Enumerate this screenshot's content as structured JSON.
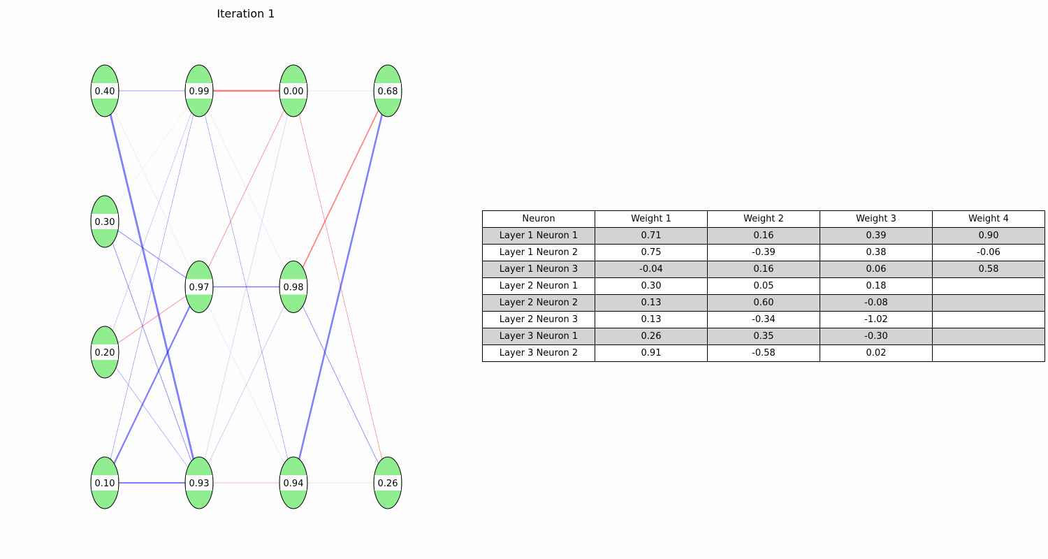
{
  "title": "Iteration 1",
  "colors": {
    "node_fill": "#90ee90",
    "label_box": "#ffffff",
    "positive_edge": "#0000ff",
    "negative_edge": "#ff0000"
  },
  "network": {
    "layers": [
      {
        "values": [
          "0.40",
          "0.30",
          "0.20",
          "0.10"
        ]
      },
      {
        "values": [
          "0.99",
          "0.97",
          "0.93"
        ]
      },
      {
        "values": [
          "0.00",
          "0.98",
          "0.94"
        ]
      },
      {
        "values": [
          "0.68",
          "0.26"
        ]
      }
    ],
    "connections": [
      {
        "from": [
          0,
          0
        ],
        "to": [
          1,
          0
        ],
        "weight": 0.5
      },
      {
        "from": [
          0,
          0
        ],
        "to": [
          1,
          1
        ],
        "weight": 0.08
      },
      {
        "from": [
          0,
          0
        ],
        "to": [
          1,
          2
        ],
        "weight": 2.0
      },
      {
        "from": [
          0,
          1
        ],
        "to": [
          1,
          0
        ],
        "weight": -0.1
      },
      {
        "from": [
          0,
          1
        ],
        "to": [
          1,
          1
        ],
        "weight": 0.7
      },
      {
        "from": [
          0,
          1
        ],
        "to": [
          1,
          2
        ],
        "weight": 0.6
      },
      {
        "from": [
          0,
          2
        ],
        "to": [
          1,
          0
        ],
        "weight": 0.3
      },
      {
        "from": [
          0,
          2
        ],
        "to": [
          1,
          1
        ],
        "weight": -0.6
      },
      {
        "from": [
          0,
          2
        ],
        "to": [
          1,
          2
        ],
        "weight": 0.4
      },
      {
        "from": [
          0,
          3
        ],
        "to": [
          1,
          0
        ],
        "weight": 0.4
      },
      {
        "from": [
          0,
          3
        ],
        "to": [
          1,
          1
        ],
        "weight": 1.6
      },
      {
        "from": [
          0,
          3
        ],
        "to": [
          1,
          2
        ],
        "weight": 1.5
      },
      {
        "from": [
          1,
          0
        ],
        "to": [
          2,
          0
        ],
        "weight": -1.8
      },
      {
        "from": [
          1,
          0
        ],
        "to": [
          2,
          1
        ],
        "weight": 0.1
      },
      {
        "from": [
          1,
          0
        ],
        "to": [
          2,
          2
        ],
        "weight": 0.4
      },
      {
        "from": [
          1,
          1
        ],
        "to": [
          2,
          0
        ],
        "weight": -0.6
      },
      {
        "from": [
          1,
          1
        ],
        "to": [
          2,
          1
        ],
        "weight": 1.0
      },
      {
        "from": [
          1,
          1
        ],
        "to": [
          2,
          2
        ],
        "weight": 0.1
      },
      {
        "from": [
          1,
          2
        ],
        "to": [
          2,
          0
        ],
        "weight": 0.2
      },
      {
        "from": [
          1,
          2
        ],
        "to": [
          2,
          1
        ],
        "weight": 0.3
      },
      {
        "from": [
          1,
          2
        ],
        "to": [
          2,
          2
        ],
        "weight": -0.4
      },
      {
        "from": [
          2,
          0
        ],
        "to": [
          3,
          0
        ],
        "weight": 0.1
      },
      {
        "from": [
          2,
          0
        ],
        "to": [
          3,
          1
        ],
        "weight": -0.5
      },
      {
        "from": [
          2,
          1
        ],
        "to": [
          3,
          0
        ],
        "weight": -1.2
      },
      {
        "from": [
          2,
          1
        ],
        "to": [
          3,
          1
        ],
        "weight": 0.6
      },
      {
        "from": [
          2,
          2
        ],
        "to": [
          3,
          0
        ],
        "weight": 1.8
      },
      {
        "from": [
          2,
          2
        ],
        "to": [
          3,
          1
        ],
        "weight": -0.2
      }
    ]
  },
  "table": {
    "headers": [
      "Neuron",
      "Weight 1",
      "Weight 2",
      "Weight 3",
      "Weight 4"
    ],
    "rows": [
      [
        "Layer 1 Neuron 1",
        "0.71",
        "0.16",
        "0.39",
        "0.90"
      ],
      [
        "Layer 1 Neuron 2",
        "0.75",
        "-0.39",
        "0.38",
        "-0.06"
      ],
      [
        "Layer 1 Neuron 3",
        "-0.04",
        "0.16",
        "0.06",
        "0.58"
      ],
      [
        "Layer 2 Neuron 1",
        "0.30",
        "0.05",
        "0.18",
        ""
      ],
      [
        "Layer 2 Neuron 2",
        "0.13",
        "0.60",
        "-0.08",
        ""
      ],
      [
        "Layer 2 Neuron 3",
        "0.13",
        "-0.34",
        "-1.02",
        ""
      ],
      [
        "Layer 3 Neuron 1",
        "0.26",
        "0.35",
        "-0.30",
        ""
      ],
      [
        "Layer 3 Neuron 2",
        "0.91",
        "-0.58",
        "0.02",
        ""
      ]
    ]
  }
}
